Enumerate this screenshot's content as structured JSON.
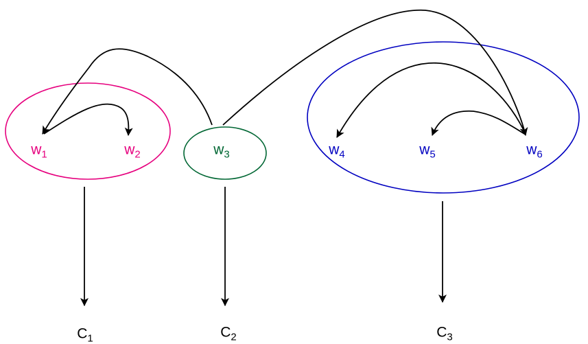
{
  "colors": {
    "cluster1": "#e6007e",
    "cluster2": "#006633",
    "cluster3": "#0000c0",
    "edge": "#000000"
  },
  "nodes": {
    "w1": {
      "base": "w",
      "sub": "1"
    },
    "w2": {
      "base": "w",
      "sub": "2"
    },
    "w3": {
      "base": "w",
      "sub": "3"
    },
    "w4": {
      "base": "w",
      "sub": "4"
    },
    "w5": {
      "base": "w",
      "sub": "5"
    },
    "w6": {
      "base": "w",
      "sub": "6"
    }
  },
  "clusters": {
    "c1": {
      "base": "C",
      "sub": "1"
    },
    "c2": {
      "base": "C",
      "sub": "2"
    },
    "c3": {
      "base": "C",
      "sub": "3"
    }
  },
  "edges": [
    {
      "from": "w1",
      "to": "w2"
    },
    {
      "from": "w3",
      "to": "w1"
    },
    {
      "from": "w3",
      "to": "w6"
    },
    {
      "from": "w6",
      "to": "w4"
    },
    {
      "from": "w6",
      "to": "w5"
    }
  ],
  "cluster_mappings": [
    {
      "from": "cluster-w1-w2",
      "to": "c1"
    },
    {
      "from": "cluster-w3",
      "to": "c2"
    },
    {
      "from": "cluster-w4-w5-w6",
      "to": "c3"
    }
  ]
}
